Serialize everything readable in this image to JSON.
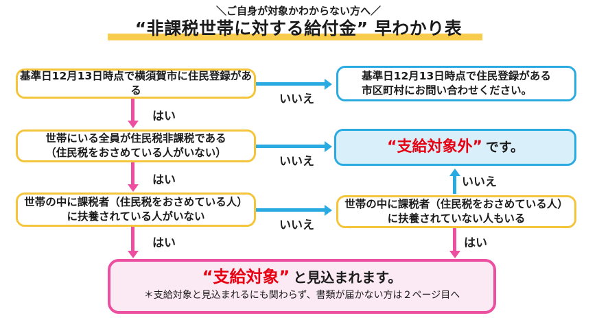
{
  "header": {
    "tagline": "＼ご自身が対象かわからない方へ／",
    "title": "“非課税世帯に対する給付金” 早わかり表"
  },
  "labels": {
    "yes": "はい",
    "no": "いいえ"
  },
  "boxes": {
    "q1": {
      "line1": "基準日12月13日時点で横須賀市に住民登録がある"
    },
    "contact": {
      "line1": "基準日12月13日時点で住民登録がある",
      "line2": "市区町村にお問い合わせください。"
    },
    "q2": {
      "line1": "世帯にいる全員が住民税非課税である",
      "line2": "（住民税をおさめている人がいない）"
    },
    "excluded": {
      "highlight": "“支給対象外”",
      "suffix": "です。"
    },
    "q3": {
      "line1": "世帯の中に課税者（住民税をおさめている人）",
      "line2": "に扶養されている人がいない"
    },
    "q4": {
      "line1": "世帯の中に課税者（住民税をおさめている人）",
      "line2": "に扶養されていない人もいる"
    },
    "result": {
      "highlight": "“支給対象”",
      "suffix": "と見込まれます。",
      "note": "＊支給対象と見込まれるにも関わらず、書類が届かない方は２ページ目へ"
    }
  },
  "colors": {
    "yellow_border": "#F4C53A",
    "blue": "#29ABE2",
    "blue_fill": "#D9EFFA",
    "pink": "#EC4FA0",
    "pink_fill": "#FBE9F3",
    "red": "#E60012",
    "title_highlight": "#F9CC4D"
  }
}
